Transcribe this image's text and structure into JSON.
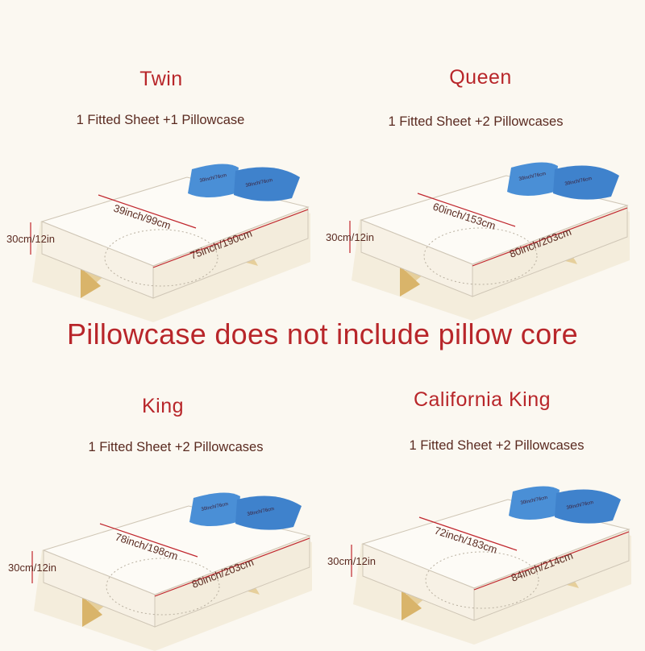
{
  "notice": "Pillowcase does not include pillow core",
  "colors": {
    "title": "#b8262a",
    "dimension_line": "#c0262d",
    "pillow": "#4a8fd6",
    "text": "#5a2a20"
  },
  "panels": [
    {
      "title": "Twin",
      "subtitle": "1 Fitted Sheet +1 Pillowcase",
      "width_label": "39inch/99cm",
      "length_label": "75inch/190cm",
      "height_label": "30cm/12in",
      "pillow_labels": [
        "30inch/76cm",
        "30inch/76cm"
      ]
    },
    {
      "title": "Queen",
      "subtitle": "1 Fitted Sheet +2 Pillowcases",
      "width_label": "60inch/153cm",
      "length_label": "80inch/203cm",
      "height_label": "30cm/12in",
      "pillow_labels": [
        "30inch/76cm",
        "30inch/76cm"
      ]
    },
    {
      "title": "King",
      "subtitle": "1 Fitted Sheet +2 Pillowcases",
      "width_label": "78inch/198cm",
      "length_label": "80inch/203cm",
      "height_label": "30cm/12in",
      "pillow_labels": [
        "30inch/76cm",
        "30inch/76cm"
      ]
    },
    {
      "title": "California King",
      "subtitle": "1 Fitted Sheet +2 Pillowcases",
      "width_label": "72inch/183cm",
      "length_label": "84inch/214cm",
      "height_label": "30cm/12in",
      "pillow_labels": [
        "30inch/76cm",
        "30inch/76cm"
      ]
    }
  ]
}
